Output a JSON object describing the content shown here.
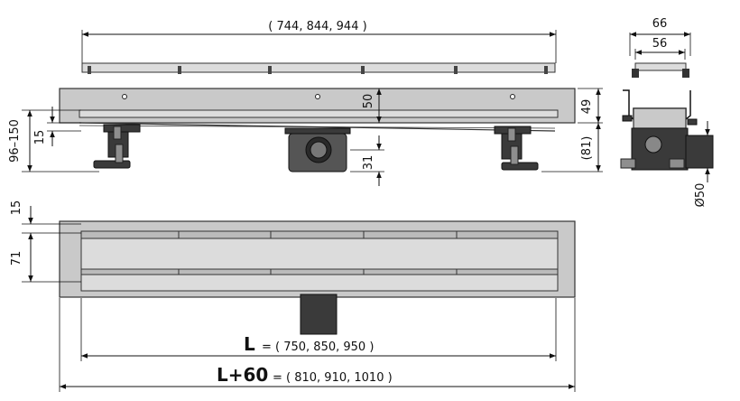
{
  "dimensions": {
    "grate_lengths": "( 744, 844, 944 )",
    "width_66": "66",
    "width_56": "56",
    "height_49": "49",
    "height_81": "(81)",
    "height_50": "50",
    "height_31": "31",
    "height_96_150": "96–150",
    "height_15_side": "15",
    "diameter_50": "Ø50",
    "top_15": "15",
    "top_71": "71",
    "length_symbol": "L",
    "length_values": "= ( 750, 850, 950 )",
    "total_symbol": "L+60",
    "total_values": "= ( 810, 910, 1010 )"
  }
}
